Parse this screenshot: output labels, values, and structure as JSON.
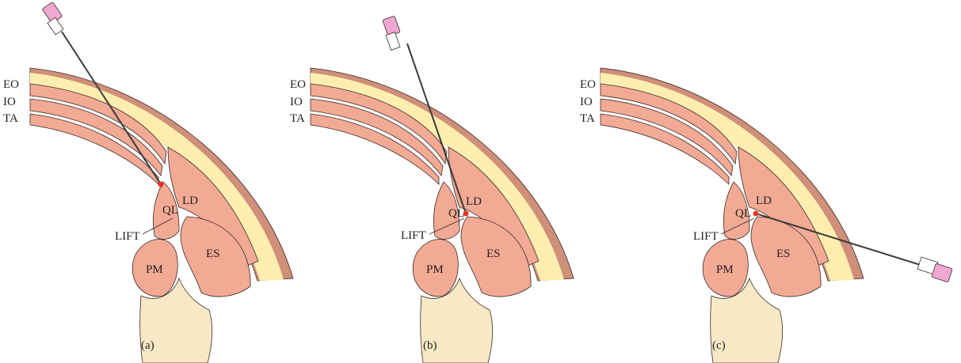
{
  "colors": {
    "skin": "#cf8f78",
    "fat": "#fdeeb0",
    "muscle": "#f2aa95",
    "fascia": "#ffffff",
    "outline": "#3a2a28",
    "bone": "#f7e9c6",
    "target": "#e8331f",
    "hub": "#efa8d2",
    "needle": "#3a3a3a"
  },
  "icons": {
    "needle": "needle-icon",
    "injection_point": "red-dot"
  },
  "labels": {
    "eo": "EO",
    "io": "IO",
    "ta": "TA",
    "ql": "QL",
    "ld": "LD",
    "lift": "LIFT",
    "pm": "PM",
    "es": "ES"
  },
  "panels": [
    {
      "id": "a",
      "caption": "(a)"
    },
    {
      "id": "b",
      "caption": "(b)"
    },
    {
      "id": "c",
      "caption": "(c)"
    }
  ]
}
